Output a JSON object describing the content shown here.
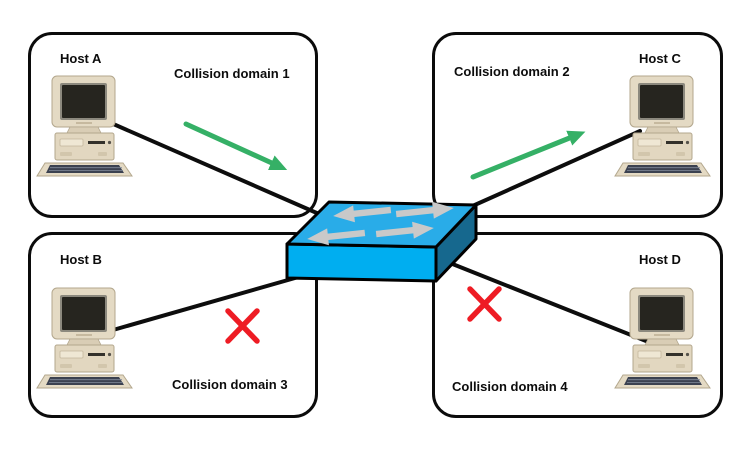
{
  "diagram": {
    "type": "network-topology",
    "device": {
      "name": "Ethernet switch",
      "icon": "switch-icon"
    },
    "domains": [
      {
        "domain_label": "Collision domain 1",
        "host_label": "Host A",
        "position": "top-left",
        "link_marker": "green-arrow"
      },
      {
        "domain_label": "Collision domain 2",
        "host_label": "Host C",
        "position": "top-right",
        "link_marker": "green-arrow"
      },
      {
        "domain_label": "Collision domain 3",
        "host_label": "Host B",
        "position": "bottom-left",
        "link_marker": "red-x"
      },
      {
        "domain_label": "Collision domain 4",
        "host_label": "Host D",
        "position": "bottom-right",
        "link_marker": "red-x"
      }
    ],
    "colors": {
      "switch_top": "#29ACE8",
      "switch_front": "#00AEF0",
      "switch_side": "#16688E",
      "switch_arrow_gray": "#C9C9C9",
      "green_arrow": "#35B066",
      "red_x": "#EE1C24",
      "cable": "#0d0d0d",
      "box_border": "#0b0b0b",
      "pc_beige": "#E4DAC4"
    }
  }
}
